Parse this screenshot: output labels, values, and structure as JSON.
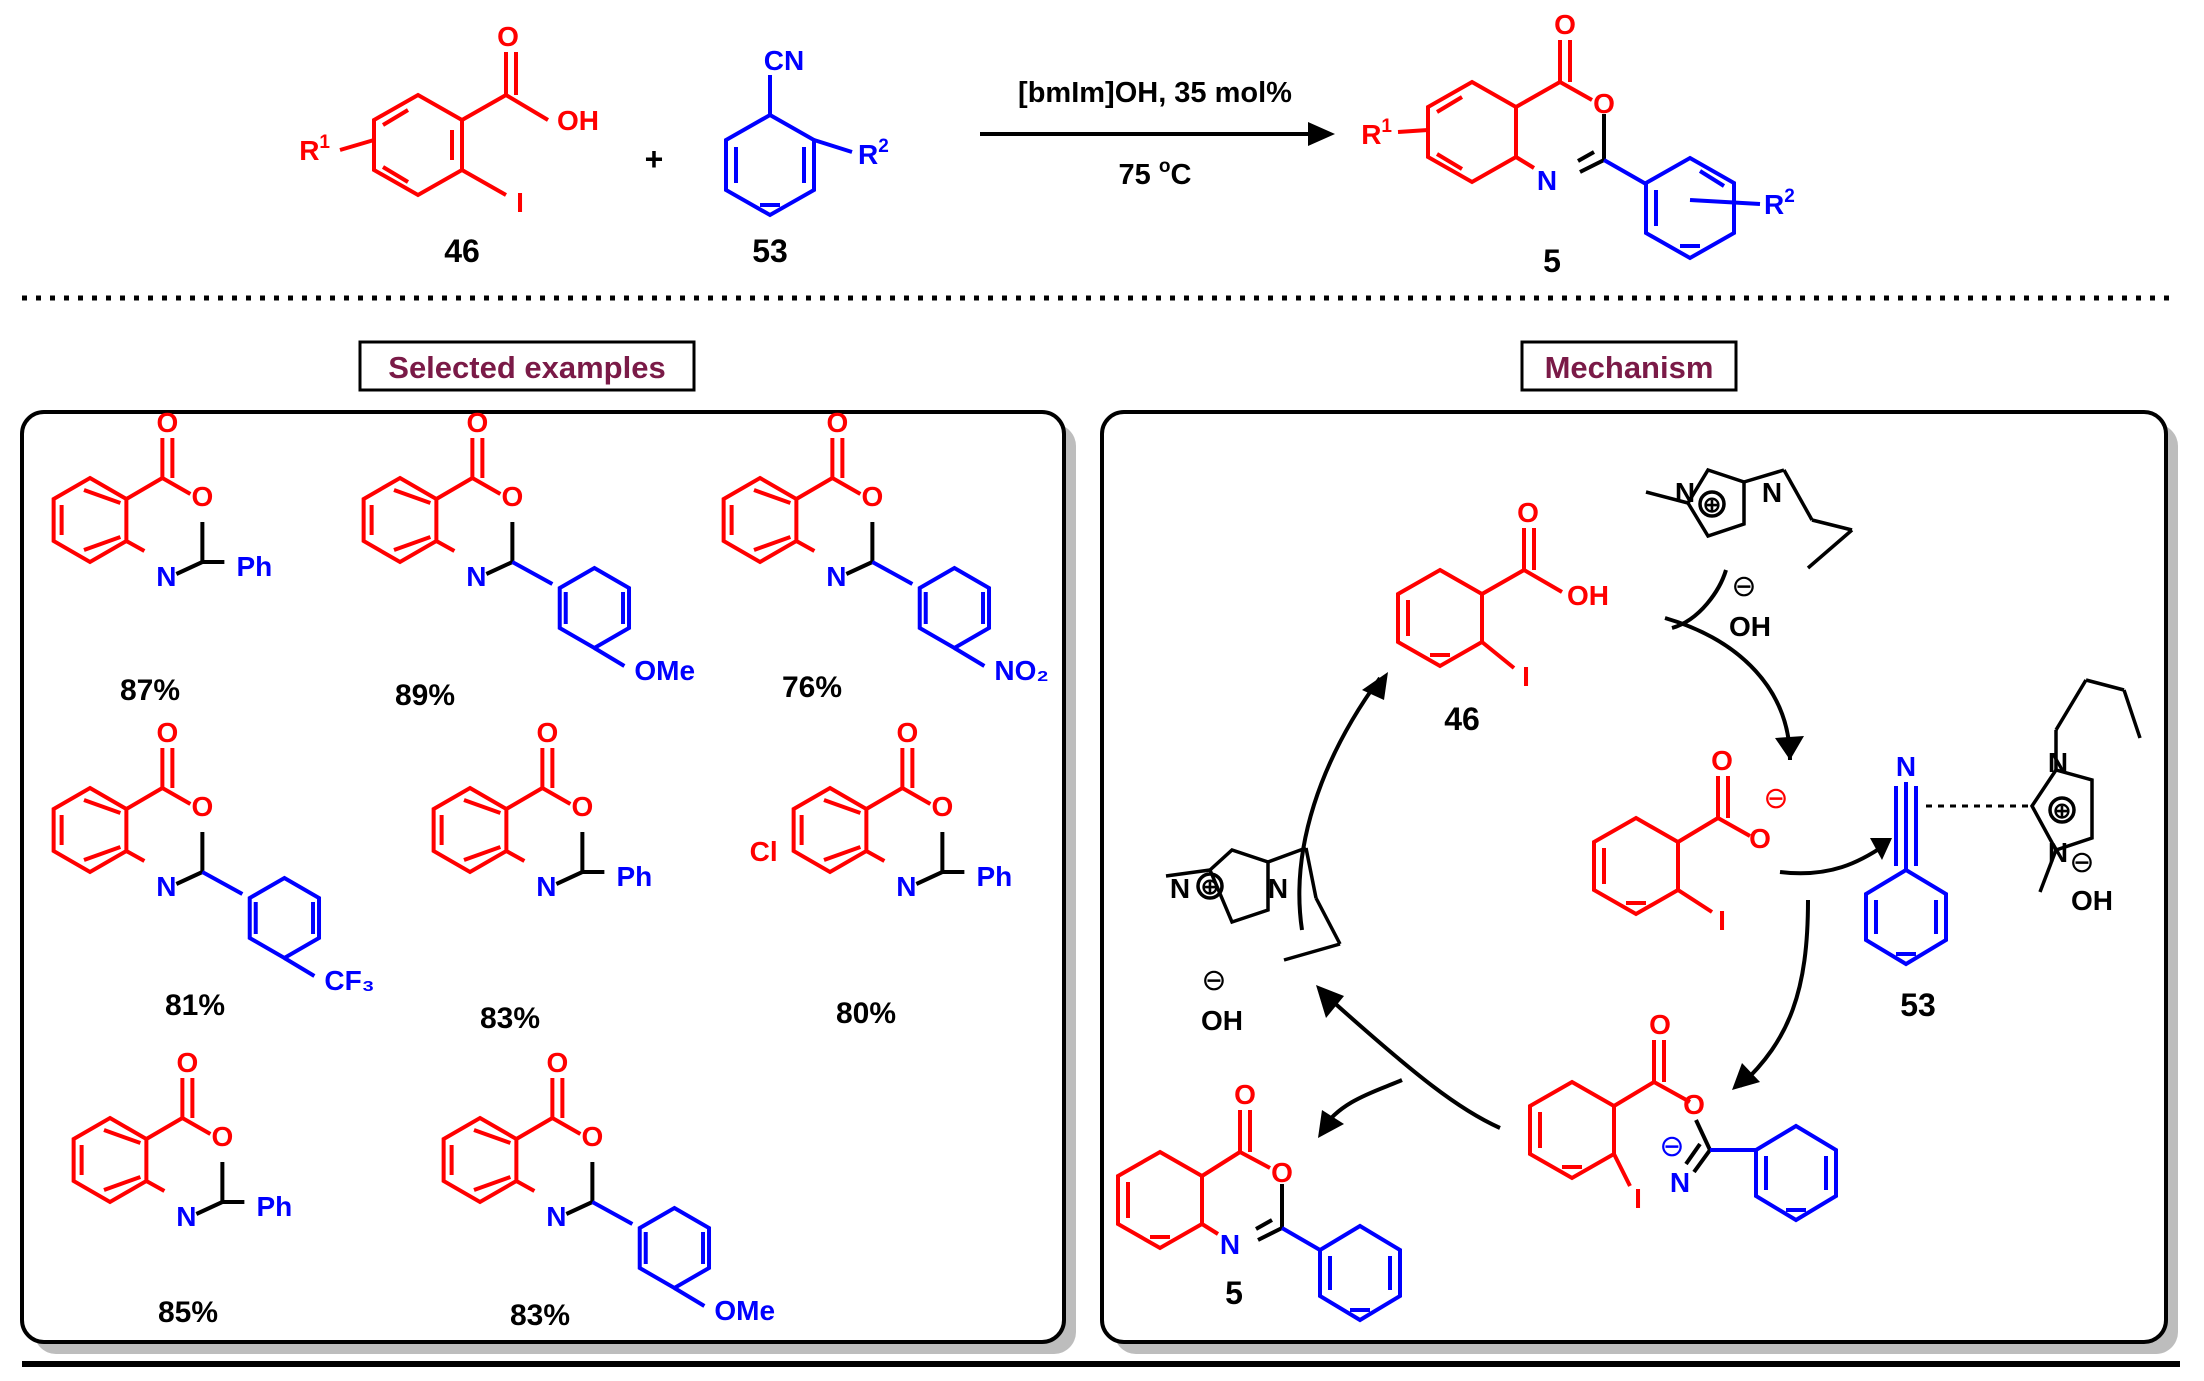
{
  "reaction": {
    "reagent_46_label": "46",
    "reagent_53_label": "53",
    "product_5_label": "5",
    "plus": "+",
    "condition_top": "[bmIm]OH, 35 mol%",
    "condition_bottom_value": "75 ",
    "condition_bottom_sup": "o",
    "condition_bottom_unit": "C",
    "atoms": {
      "R": "R",
      "sup1": "1",
      "sup2": "2",
      "OH": "OH",
      "I": "I",
      "CN": "CN",
      "O": "O",
      "N": "N"
    }
  },
  "panels": {
    "selected_examples_title": "Selected examples",
    "mechanism_title": "Mechanism"
  },
  "examples": [
    {
      "yield": "87%",
      "substituent": "Ph"
    },
    {
      "yield": "89%",
      "substituent": "OMe"
    },
    {
      "yield": "76%",
      "substituent": "NO2"
    },
    {
      "yield": "81%",
      "substituent": "CF3"
    },
    {
      "yield": "83%",
      "substituent": "Ph"
    },
    {
      "yield": "80%",
      "substituent": "Ph",
      "extra": "Cl"
    },
    {
      "yield": "85%",
      "substituent": "Ph"
    },
    {
      "yield": "83%",
      "substituent": "OMe"
    }
  ],
  "mechanism": {
    "label_46": "46",
    "label_53": "53",
    "label_5": "5",
    "hydroxide": "OH",
    "anion_sign": "⊖",
    "cation_sign": "⊕"
  },
  "colors": {
    "red": "#ff0000",
    "blue": "#0000ff",
    "header_text": "#7a1a47",
    "black": "#000000"
  }
}
